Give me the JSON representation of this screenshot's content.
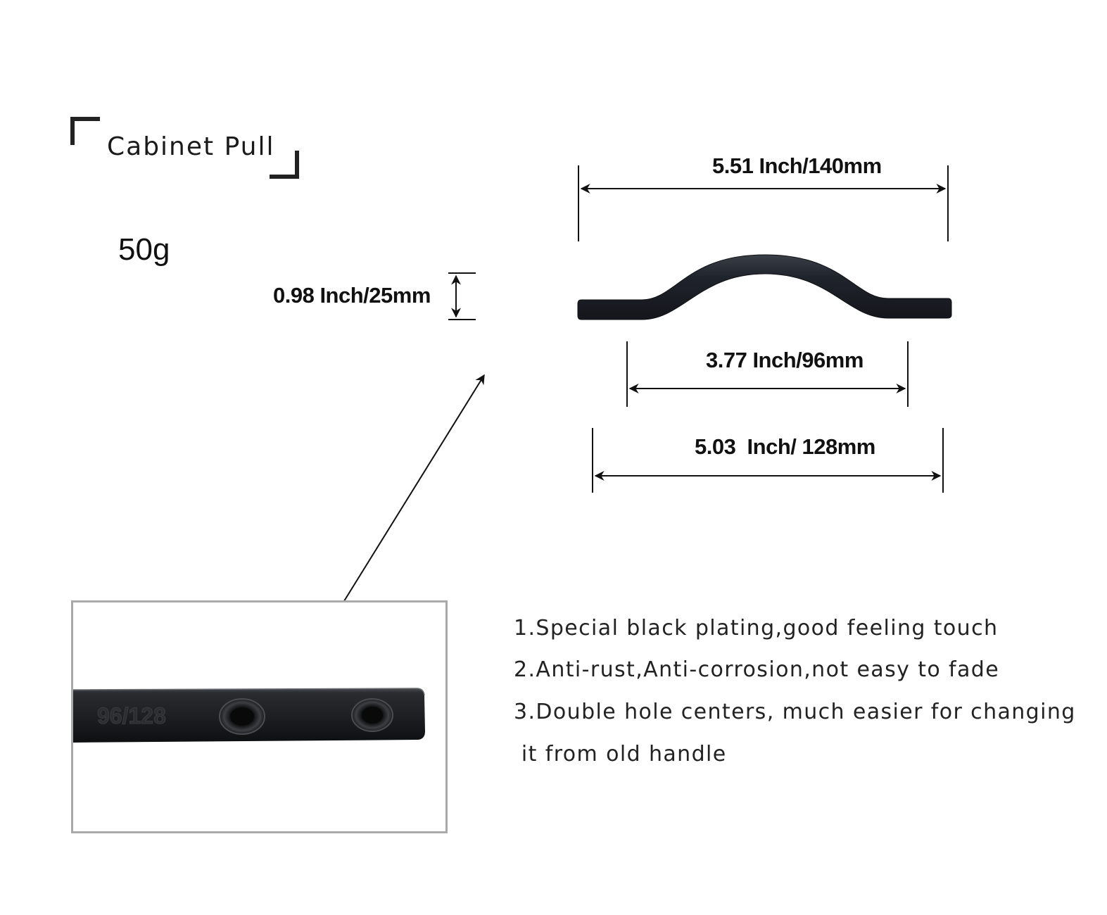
{
  "title": "Cabinet Pull",
  "weight": "50g",
  "dimensions": {
    "overall_length": "5.51 Inch/140mm",
    "height": "0.98 Inch/25mm",
    "hole_center_small": "3.77 Inch/96mm",
    "hole_center_large": "5.03  Inch/ 128mm"
  },
  "features": [
    "1.Special black plating,good feeling touch",
    "2.Anti-rust,Anti-corrosion,not easy to fade",
    "3.Double hole centers, much easier for changing",
    " it from old handle"
  ],
  "inset": {
    "engraved_text": "96/128"
  },
  "colors": {
    "handle": "#1c1f26",
    "line": "#111111",
    "inset_border": "#a9a9a9"
  }
}
